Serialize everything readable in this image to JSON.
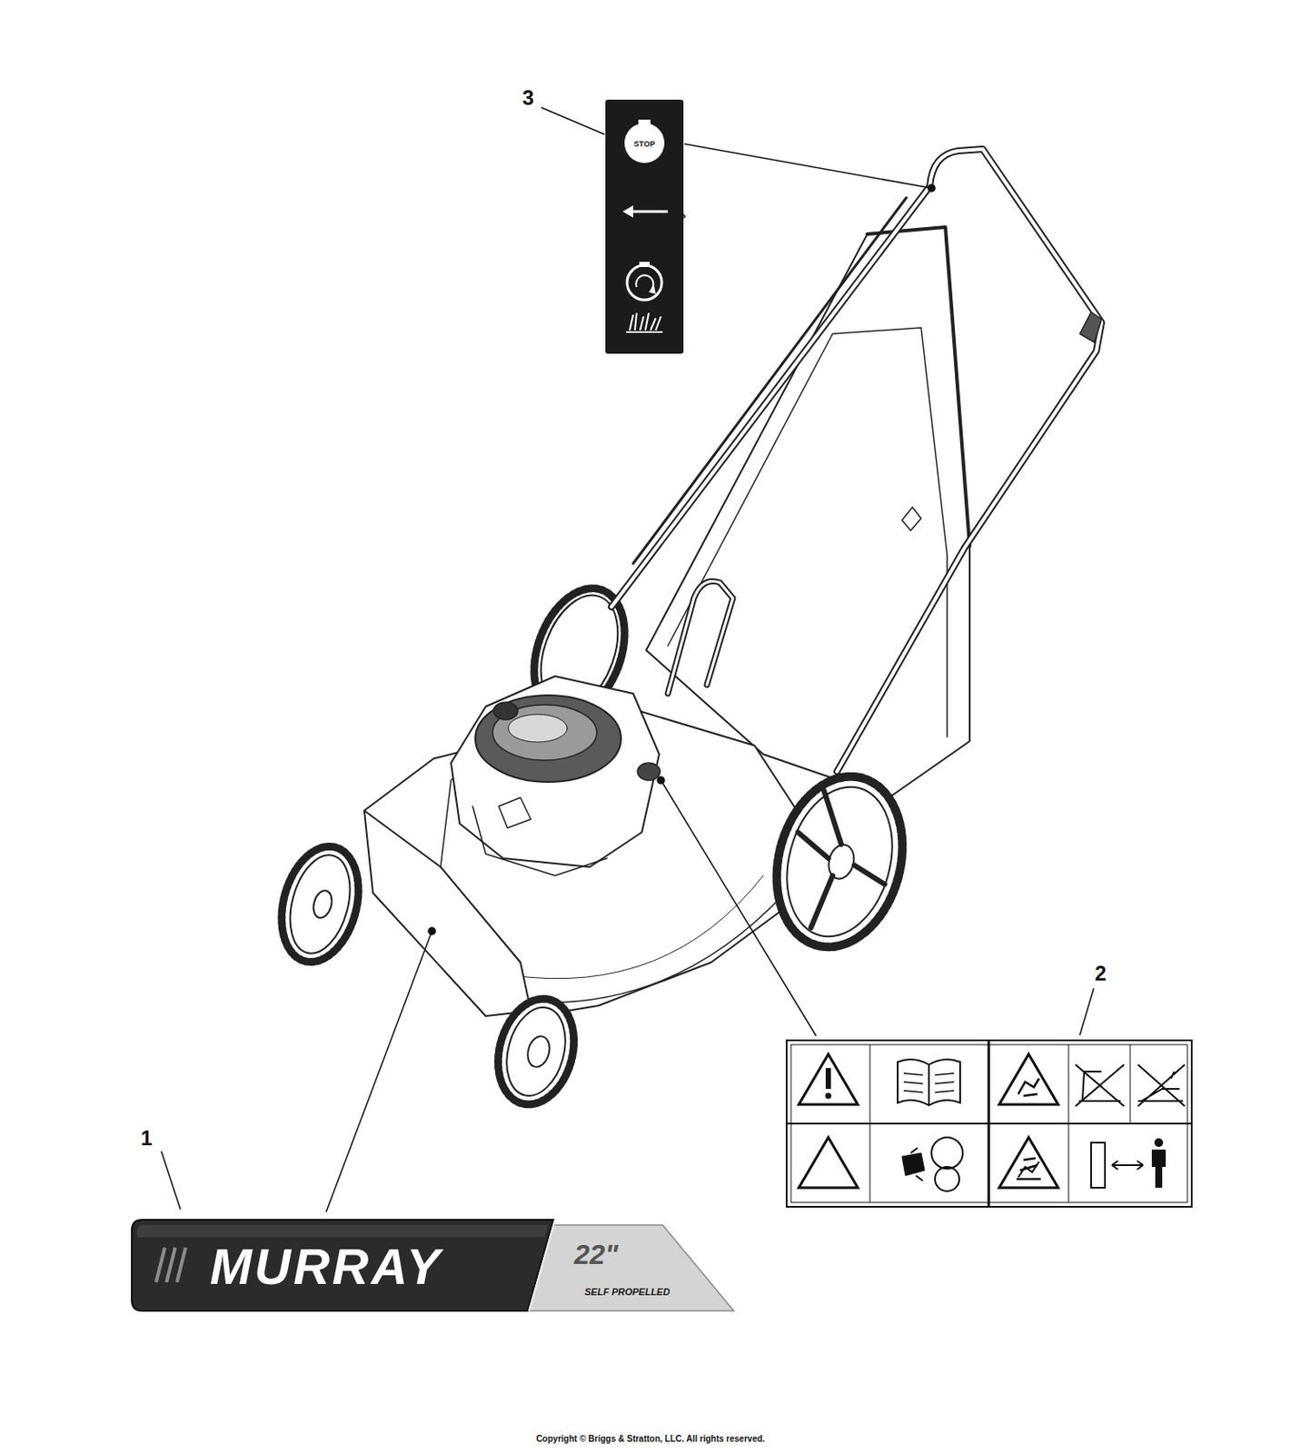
{
  "diagram": {
    "nodes": [
      {
        "text": [
          "STOP"
        ]
      },
      {
        "text": [
          "MURRAY",
          "22\"",
          "SELF PROPELLED"
        ]
      }
    ],
    "labels": [
      "3",
      "2",
      "1",
      "Copyright © Briggs & Stratton, LLC. All rights reserved."
    ]
  }
}
